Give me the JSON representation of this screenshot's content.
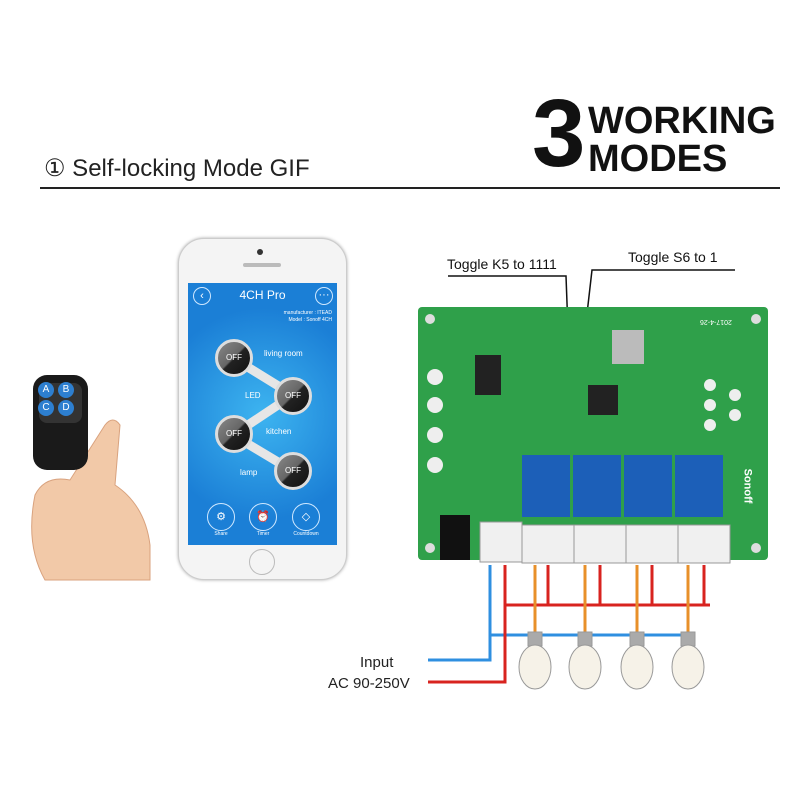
{
  "header": {
    "title": "① Self-locking Mode GIF",
    "badge_number": "3",
    "badge_line1": "WORKING",
    "badge_line2": "MODES"
  },
  "phone_app": {
    "title": "4CH Pro",
    "manufacturer": "manufacturer : ITEAD",
    "model": "Model : Sonoff 4CH",
    "channels": [
      {
        "name": "living room",
        "state": "OFF"
      },
      {
        "name": "LED",
        "state": "OFF"
      },
      {
        "name": "kitchen",
        "state": "OFF"
      },
      {
        "name": "lamp",
        "state": "OFF"
      }
    ],
    "bottom_buttons": [
      {
        "label": "Share",
        "icon": "gear-icon"
      },
      {
        "label": "Timer",
        "icon": "alarm-clock-icon"
      },
      {
        "label": "Countdown",
        "icon": "tag-icon"
      }
    ]
  },
  "remote": {
    "keys": [
      "A",
      "B",
      "C",
      "D"
    ]
  },
  "board": {
    "callout_k5": "Toggle K5 to 1111",
    "callout_s6": "Toggle S6 to 1",
    "brand": "Sonoff",
    "pcb_text": "2017-4-26"
  },
  "wiring": {
    "input_label": "Input",
    "voltage_label": "AC 90-250V",
    "live_color": "#d8231f",
    "neutral_color": "#2f8fe0",
    "load_color": "#e8902a"
  }
}
